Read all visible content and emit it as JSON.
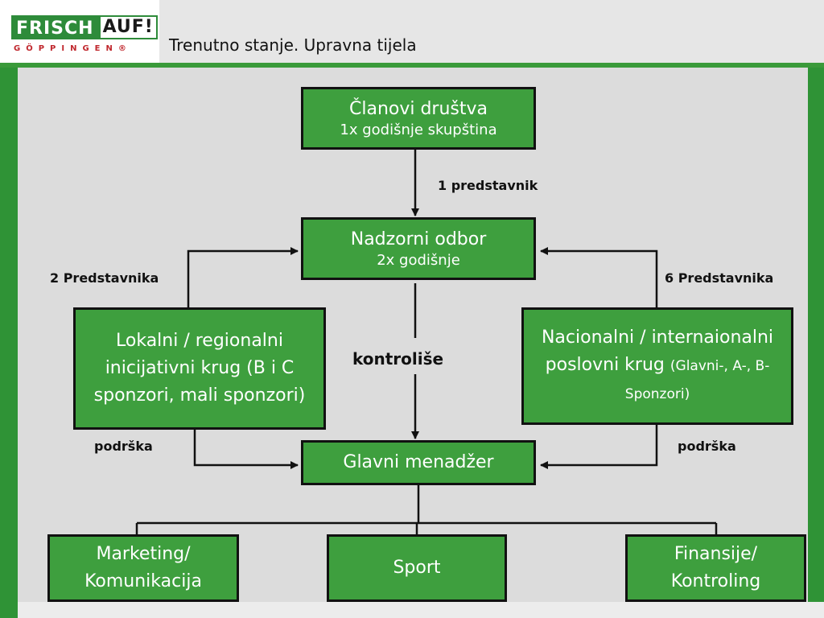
{
  "header": {
    "logo_brand_left": "FRISCH",
    "logo_brand_right": "AUF!",
    "logo_city": "GÖPPINGEN®",
    "title": "Trenutno stanje. Upravna tijela"
  },
  "nodes": {
    "clanovi": {
      "title": "Članovi društva",
      "subtitle": "1x godišnje skupština"
    },
    "nadzorni": {
      "title": "Nadzorni odbor",
      "subtitle": "2x godišnje"
    },
    "lokalni": {
      "text": "Lokalni / regionalni inicijativni krug (B i C sponzori, mali sponzori)"
    },
    "nacionalni": {
      "text": "Nacionalni / internaionalni poslovni krug",
      "small": "(Glavni-, A-, B-Sponzori)"
    },
    "glavni": {
      "title": "Glavni menadžer"
    },
    "marketing": {
      "text": "Marketing/ Komunikacija"
    },
    "sport": {
      "text": "Sport"
    },
    "finansije": {
      "text": "Finansije/ Kontroling"
    }
  },
  "edge_labels": {
    "predstavnik_1": "1 predstavnik",
    "predstavnika_2": "2 Predstavnika",
    "predstavnika_6": "6 Predstavnika",
    "kontrolise": "kontroliše",
    "podrska_left": "podrška",
    "podrska_right": "podrška"
  },
  "colors": {
    "box_fill": "#3e9f3e",
    "box_border": "#111111",
    "accent_green": "#2f9336",
    "background": "#dcdcdc",
    "logo_red": "#c0272d"
  }
}
